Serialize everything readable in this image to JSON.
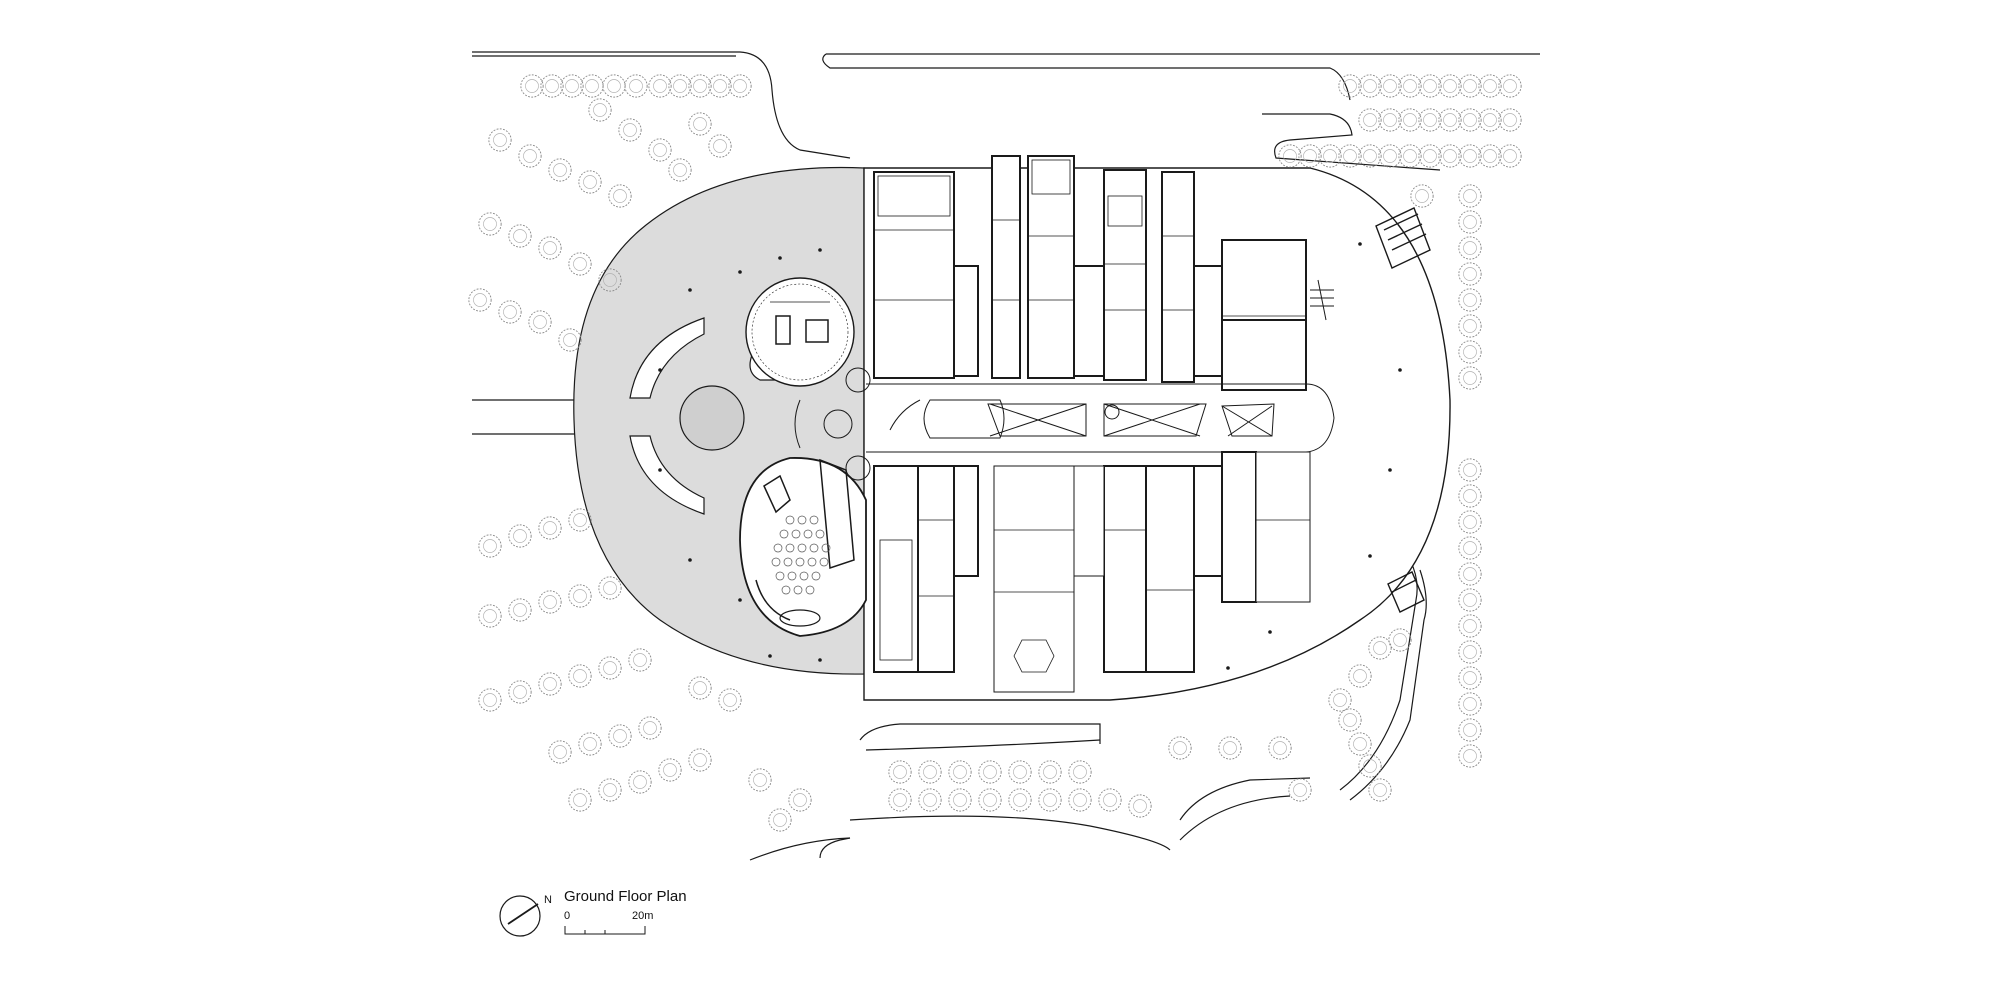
{
  "caption": {
    "title": "Ground Floor Plan",
    "north_label": "N",
    "scale_start": "0",
    "scale_end": "20m"
  },
  "icons": {
    "north_arrow": "north-arrow-icon",
    "scale_bar": "scale-bar-icon",
    "tree": "tree-icon"
  },
  "colors": {
    "line": "#1a1a1a",
    "plaza_fill": "#dcdcdc",
    "tree_stroke": "#8a8a8a",
    "background": "#ffffff"
  }
}
